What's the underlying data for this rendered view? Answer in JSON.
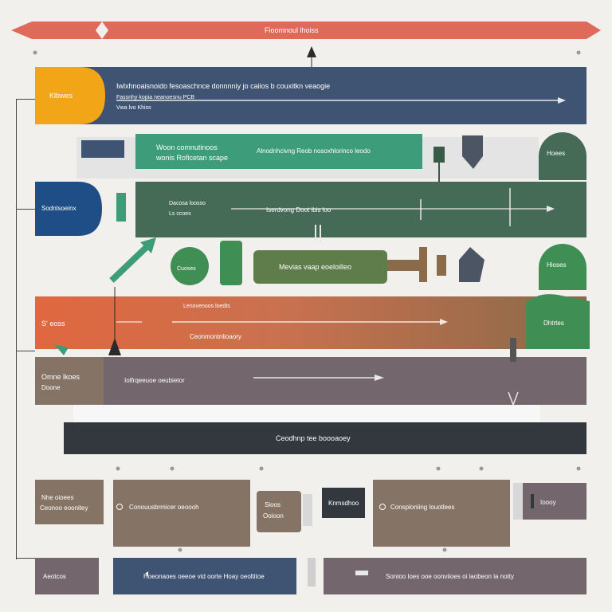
{
  "banner": {
    "title": "Fioomnoul lhoiss"
  },
  "row1": {
    "tag": "Klbwes",
    "line1": "Iwlxhnoaisnoido fesoaschnce donnnniy jo caiios b couxitkn veaogie",
    "line2": "Fassnhy kopia neanoesnu PCB",
    "line3": "Vwa lvo Khiss"
  },
  "row2": {
    "teal_line1": "Woon comnutinoos",
    "teal_line2": "wonis Roficetan scape",
    "teal_right": "Alnodnhcivng Reob nosoxhlorinco leodo",
    "circle": "Hoees"
  },
  "row3": {
    "tag": "Sodnlsoeinx",
    "small1": "Dacosa loosso",
    "small2": "Ls ccoes",
    "center": "Iserdvong Doot ibis loo"
  },
  "row4": {
    "circle_left": "Cuoses",
    "pill": "Mevias vaap eoeloilleo",
    "circle_right": "Hioses"
  },
  "row5": {
    "tag": "Sʻ eoss",
    "line1": "Lenovenoos loedts",
    "line2": "Ceonmontnlioaory",
    "right_box": "Dhtrtes"
  },
  "row6": {
    "left1": "Omne lkoes",
    "left2": "Doone",
    "label": "Iolfrqeeuoe oeubietor"
  },
  "row7": {
    "label": "Ceodhnp tee boooaoey"
  },
  "row8": {
    "left1": "Nhe oioees",
    "left2": "Ceonoo eoonitey",
    "box1": "Conouusbrmicer oeoooh",
    "small1": "Sioos",
    "small2": "Ooioon",
    "dark": "Knmsdhoo",
    "box2": "Consploniing louotlees",
    "right": "Ioooy"
  },
  "row9": {
    "left": "Aeotcos",
    "blue": "Hoeonaoes oeeoe vid oorte Hoay oeoltitoe",
    "right": "Sontoo loes ooe oonviioes oi laobeon la notty"
  },
  "colors": {
    "banner": "#e06a5a",
    "navy": "#3f5373",
    "yellow": "#f2a516",
    "teal": "#3d9c7a",
    "green": "#456a55",
    "blue": "#1f4e86",
    "orange": "#e0673f",
    "brown": "#857466",
    "charcoal": "#33383f"
  }
}
